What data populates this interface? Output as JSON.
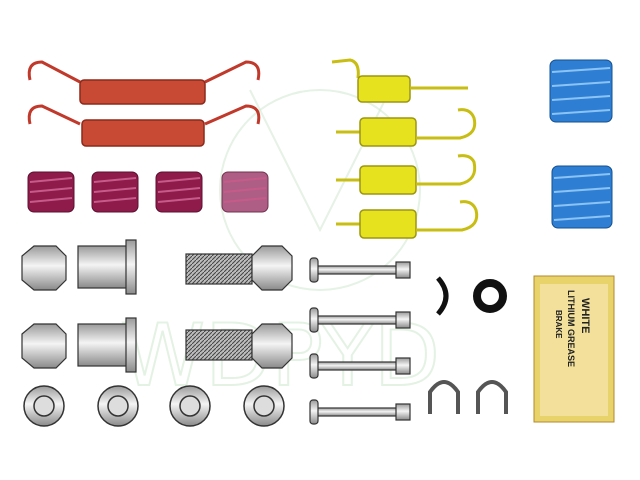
{
  "image": {
    "subject": "brake parts kit",
    "watermark": "WDPYD",
    "grease_packet": {
      "line1": "WHITE",
      "line2": "LITHIUM GREASE",
      "line3": "BRAKE"
    }
  },
  "colors": {
    "red_spring": "#c0392b",
    "yellow_spring": "#e6e21e",
    "blue_spring": "#2e7fd4",
    "maroon_spring": "#8e1b4a",
    "metal": "#c8c8c8",
    "metal_dark": "#555555",
    "watermark": "#cfe8cf",
    "grease_bg": "#e8d36a"
  }
}
